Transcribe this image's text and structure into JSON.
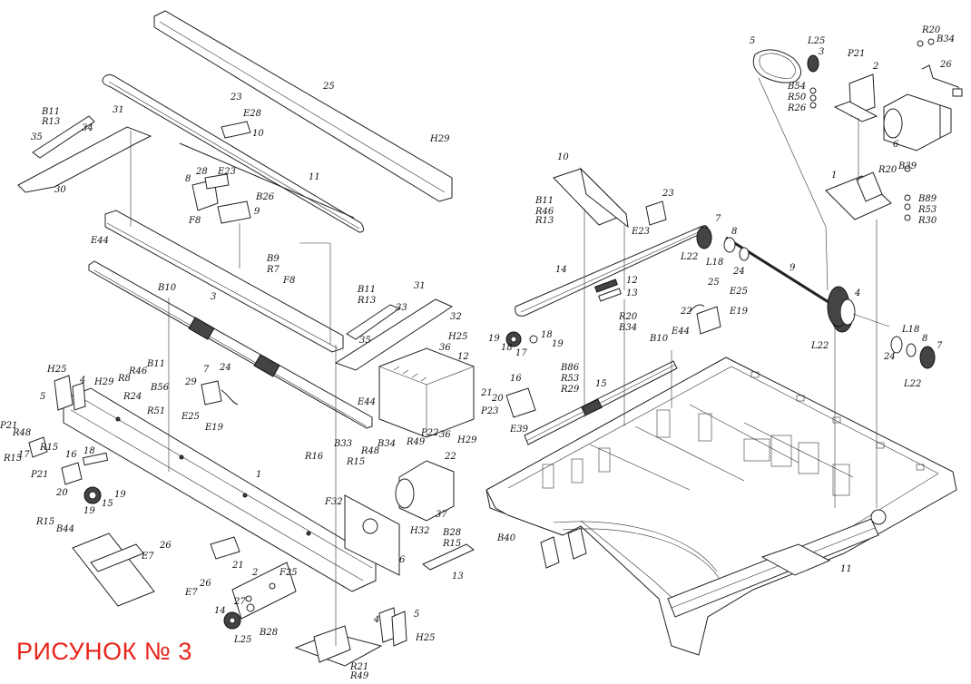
{
  "caption": "РИСУНОК № 3",
  "colors": {
    "caption": "#e8241a",
    "line": "#222222"
  },
  "labels": {
    "l1": "B11",
    "l2": "R13",
    "l3": "34",
    "l4": "35",
    "l5": "30",
    "l6": "31",
    "l7": "25",
    "l8": "23",
    "l9": "E28",
    "l10": "10",
    "l11": "28",
    "l12": "8",
    "l13": "E23",
    "l14": "F8",
    "l15": "B26",
    "l16": "9",
    "l17": "11",
    "l18": "H29",
    "l19": "E44",
    "l20": "B10",
    "l21": "3",
    "l22": "B9",
    "l23": "R7",
    "l24": "F8",
    "l25": "B11",
    "l26": "R13",
    "l27": "33",
    "l28": "31",
    "l29": "32",
    "l30": "35",
    "l31": "H25",
    "l32": "36",
    "l33": "12",
    "l34": "24",
    "l35": "H25",
    "l36": "4",
    "l37": "5",
    "l38": "H29",
    "l39": "R46",
    "l40": "B11",
    "l41": "R8",
    "l42": "B56",
    "l43": "R24",
    "l44": "R51",
    "l45": "29",
    "l46": "7",
    "l47": "E25",
    "l48": "E19",
    "l49": "E44",
    "l50": "R49",
    "l51": "P22",
    "l52": "36",
    "l53": "H29",
    "l54": "P21",
    "l55": "R48",
    "l56": "R15",
    "l57": "17",
    "l58": "R15",
    "l59": "16",
    "l60": "18",
    "l61": "P21",
    "l62": "20",
    "l63": "15",
    "l64": "19",
    "l65": "19",
    "l66": "R15",
    "l67": "B44",
    "l68": "1",
    "l69": "R16",
    "l70": "B33",
    "l71": "R48",
    "l72": "B34",
    "l73": "R15",
    "l74": "22",
    "l75": "F32",
    "l76": "37",
    "l77": "H32",
    "l78": "B28",
    "l79": "R15",
    "l80": "6",
    "l81": "13",
    "l82": "E7",
    "l83": "26",
    "l84": "21",
    "l85": "F25",
    "l86": "2",
    "l87": "E7",
    "l88": "26",
    "l89": "27",
    "l90": "14",
    "l91": "L25",
    "l92": "B28",
    "l93": "4",
    "l94": "5",
    "l95": "H25",
    "l96": "R21",
    "l97": "R49",
    "m1": "10",
    "m2": "B11",
    "m3": "R46",
    "m4": "R13",
    "m5": "23",
    "m6": "E23",
    "m7": "7",
    "m8": "L22",
    "m9": "8",
    "m10": "L18",
    "m11": "24",
    "m12": "9",
    "m13": "14",
    "m14": "12",
    "m15": "13",
    "m16": "R20",
    "m17": "B34",
    "m18": "25",
    "m19": "E25",
    "m20": "22",
    "m21": "E19",
    "m22": "19",
    "m23": "18",
    "m24": "17",
    "m25": "18",
    "m26": "19",
    "m27": "B10",
    "m28": "E44",
    "m29": "B86",
    "m30": "R53",
    "m31": "R29",
    "m32": "15",
    "m33": "16",
    "m34": "21",
    "m35": "20",
    "m36": "P23",
    "m37": "E39",
    "m38": "B40",
    "m39": "11",
    "r1": "5",
    "r2": "L25",
    "r3": "3",
    "r4": "P21",
    "r5": "2",
    "r6": "B54",
    "r7": "R50",
    "r8": "R26",
    "r9": "R20",
    "r10": "B34",
    "r11": "26",
    "r12": "6",
    "r13": "1",
    "r14": "R20",
    "r15": "B39",
    "r16": "B89",
    "r17": "R53",
    "r18": "R30",
    "r19": "4",
    "r20": "L22",
    "r21": "L18",
    "r22": "8",
    "r23": "24",
    "r24": "7",
    "r25": "L22"
  }
}
